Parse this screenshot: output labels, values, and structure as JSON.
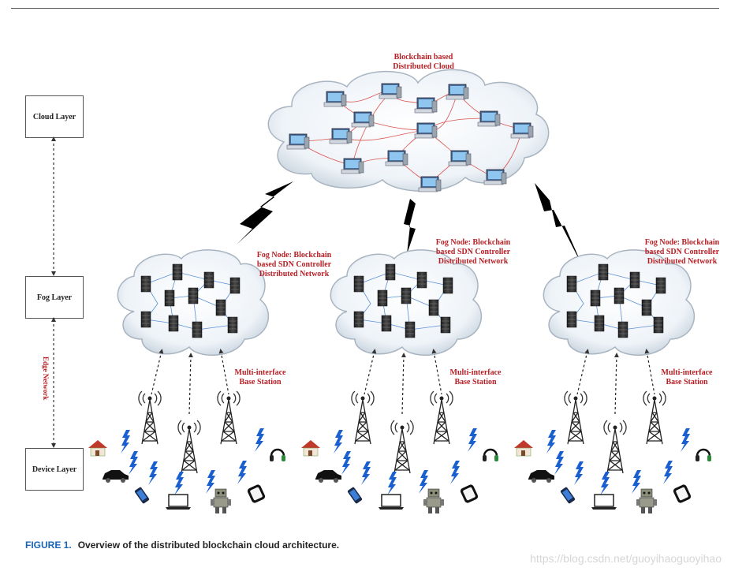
{
  "layers": {
    "cloud": "Cloud Layer",
    "fog": "Fog Layer",
    "device": "Device Layer",
    "edge": "Edge Network"
  },
  "cloud_title": {
    "line1": "Blockchain based",
    "line2": "Distributed Cloud"
  },
  "fog_node": {
    "line1": "Fog Node: Blockchain",
    "line2": "based SDN Controller",
    "line3": "Distributed Network"
  },
  "base_station": {
    "line1": "Multi-interface",
    "line2": "Base Station"
  },
  "caption": {
    "figure": "FIGURE 1.",
    "text": "Overview of the distributed blockchain cloud architecture."
  },
  "watermark": "https://blog.csdn.net/guoyihaoguoyihao",
  "colors": {
    "label_red": "#b81f24",
    "caption_blue": "#1764b8",
    "cloud_link": "#d9534f",
    "fog_link": "#5b8fd6",
    "lightning": "#000000",
    "wireless": "#1a5fd0"
  },
  "icons": [
    "cloud-icon",
    "server-icon",
    "computer-icon",
    "tower-icon",
    "lightning-icon",
    "house-icon",
    "car-icon",
    "phone-icon",
    "laptop-icon",
    "robot-icon",
    "headset-icon",
    "watch-icon"
  ]
}
